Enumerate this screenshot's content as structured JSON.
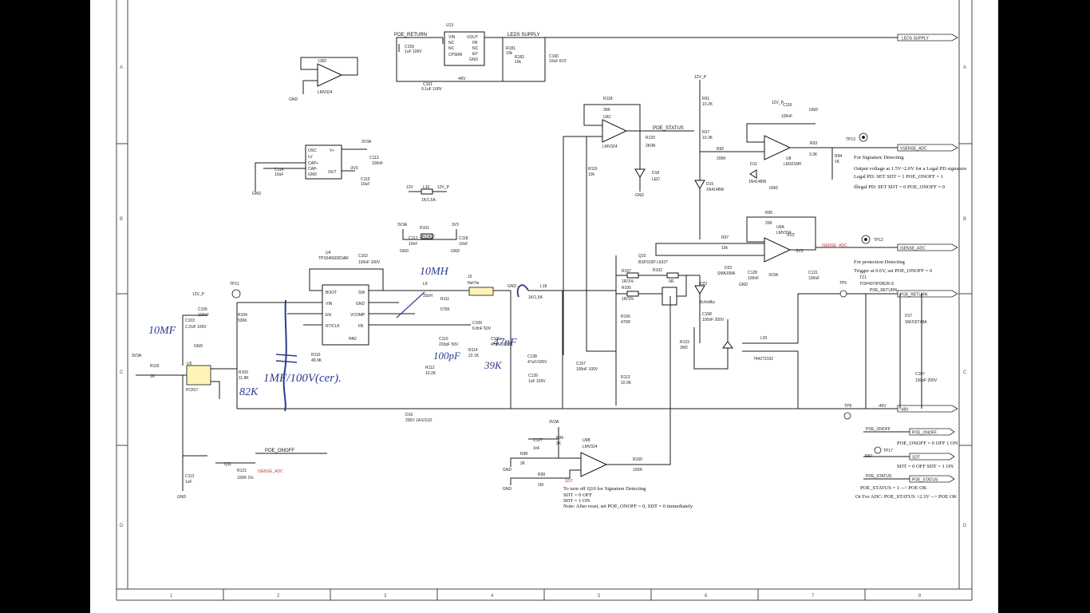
{
  "grid": {
    "columns": [
      "1",
      "2",
      "3",
      "4",
      "5",
      "6",
      "7",
      "8"
    ],
    "rows": [
      "A",
      "B",
      "C",
      "D"
    ]
  },
  "nets": {
    "poe_return": "POE_RETURN",
    "leds_supply": "LEDS SUPPLY",
    "leds_supply_port": "LEDS SUPPLY",
    "poe_status": "POE_STATUS",
    "vsense_adc": "VSENSE_ADC",
    "isense_adc": "ISENSE_ADC",
    "isense_adc_small": "ISENSE_ADC",
    "poe_return_port": "POE_RETURN",
    "minus48v": "-48V",
    "poe_onoff": "POE_ONOFF",
    "poe_onoff_port": "POE_ONOFF",
    "sdt": "SDT",
    "sdt_port": "SDT",
    "poe_status_port": "POE_STATUS",
    "v12p": "12V_P",
    "v12": "12V",
    "v3v3": "3V3",
    "v3v3a": "3V3A",
    "v3v3a_b": "3V3A",
    "v3v3a_c": "3V3A",
    "m3v3": "-3V3",
    "m46v": "-46V",
    "gnd": "GND"
  },
  "parts": {
    "u13": "U13",
    "u13_pins": [
      "VIN",
      "NC",
      "NC",
      "CPSRR",
      "VOUT",
      "FB",
      "NC",
      "EP",
      "GND"
    ],
    "u6d": "U6D",
    "u6d_part": "LMV324",
    "u6c": "U6C",
    "u6c_part": "LMV324",
    "u6a": "U6A",
    "u6a_part": "LMV324",
    "u6b": "U6B",
    "u6b_part": "LMV324",
    "u8": "U8",
    "u8_part": "LM321MF",
    "u4": "U4",
    "u4_part": "TPS54560DDAR",
    "u4_pins": [
      "BOOT",
      "VIN",
      "EN",
      "RT/CLK",
      "SW",
      "GND",
      "VCOMP",
      "FB",
      "PAD"
    ],
    "u5": "U5",
    "u5_part": "PC817",
    "q10": "Q10",
    "q10_part": "BSP315P L6327",
    "q11": "Q11",
    "osc_pins": [
      "OSC",
      "LV",
      "CAP+",
      "CAP-",
      "GND",
      "V+",
      "OUT"
    ],
    "c159": "C159",
    "c159_v": "1uF 100V",
    "c161": "C161",
    "c161_v": "0.1uF 100V",
    "r181": "R181",
    "r181_v": "10k",
    "r182": "R182",
    "r182_v": "10k",
    "c160": "C160",
    "c160_v": "10uF 6V3",
    "r118": "R118",
    "r118_v": "39K",
    "r120": "R120",
    "r120_v": "2K0R",
    "d18": "D18",
    "d18_v": "LED",
    "r119": "R119",
    "r119_v": "10k",
    "r91": "R91",
    "r91_v": "10.2K",
    "r37": "R37",
    "r37_v": "10.3K",
    "r92": "R92",
    "r92_v": "200K",
    "d11": "D11",
    "d11_v": "1N4148W",
    "d15": "D15",
    "d15_v": "1N4148W",
    "c116": "C116",
    "c116_v": "100nF",
    "r93": "R93",
    "r93_v": "3.3K",
    "r94": "R94",
    "r94_v": "1K",
    "tp13": "TP13",
    "tp12": "TP12",
    "tp11": "TP11",
    "tp5": "TP5",
    "tp8": "TP8",
    "tp17": "TP17",
    "r95": "R95",
    "r95_v": "20K",
    "r97": "R97",
    "r97_v": "10k",
    "c128": "C128",
    "c128_v": "100nF",
    "c131": "C131",
    "c131_v": "100nF",
    "d23": "D23",
    "d23_v": "SMAJ58A",
    "d22": "D22",
    "d22_v": "Schottky",
    "r102": "R102",
    "r102_v": "0R",
    "r107": "R107",
    "r107_v": "1R/1%",
    "r105": "R105",
    "r105_v": "1R/1%",
    "r106": "R106",
    "r106_v": "470R",
    "r113": "R113",
    "r113_v": "22.0K",
    "c157": "C157",
    "c157_v": "100nF 100V",
    "c139": "C139",
    "c139_v": "1uF 100V",
    "c138": "C138",
    "c138_v": "47uF/100V",
    "r123": "R123",
    "r123_v": "2M2",
    "c158": "C158",
    "c158_v": "100nF 200V",
    "l20": "L20",
    "l20_v": "744272102",
    "d17": "D17",
    "d17_v": "SMJ15T48A",
    "tz1": "TZ1",
    "tz1_v": "TISP4070H3BJR-S",
    "c107": "C107",
    "c107_v": "100nF 200V",
    "l10": "L10",
    "l10_v": "1K/1,5A",
    "r101": "R101",
    "r101_v": "2R/0402",
    "c117": "C117",
    "c117_v": "10nF",
    "c118": "C118",
    "c118_v": "10nF",
    "c113": "C113",
    "c113_v": "100nF",
    "c114": "C114",
    "c114_v": "10uF",
    "c115": "C115",
    "c115_v": "10uF",
    "u4_cap": "C102",
    "c102_v": "100nF 100V",
    "l9": "L9",
    "l9_v": "33uH",
    "r111": "R111",
    "r111_v": "576K",
    "j3": "J3",
    "j3_v": "NetTie",
    "l18": "L18",
    "l18_v": "1K/1,5A",
    "c109": "C109",
    "c109_v": "6.8nF 50V",
    "c110": "C110",
    "c110_v": "220pF 50V",
    "r114": "R114",
    "r114_v": "22.1K",
    "c106": "C106",
    "c106_v": "47uF/100V",
    "r112": "R112",
    "r112_v": "10.2K",
    "d16": "D16",
    "d16_v": "200V 1A ES1D",
    "r104": "R104",
    "r104_v": "536K",
    "r115": "R115",
    "r115_v": "49.9K",
    "r109": "R109",
    "r109_v": "11.8K",
    "c105": "C105",
    "c105_v": "100nF",
    "c103": "C103",
    "c103_v": "2.2UF 100V",
    "r116": "R116",
    "r116_v": "1K",
    "c112": "C112",
    "c112_v": "1uF",
    "r121": "R121",
    "r121_v": "100R 1%",
    "c127": "C127",
    "c127_v": "1nF",
    "r96": "R96",
    "r96_v": "2K",
    "r98": "R98",
    "r98_v": "2K",
    "r99": "R99",
    "r99_v": "1M",
    "r100": "R100",
    "r100_v": "100R",
    "r97b": "R97"
  },
  "notes": {
    "sig_title": "For Signature Detecting",
    "sig_line1": "Output voltage at 1.5V~2.0V for a Legal PD signature",
    "sig_line2": "Legal PD: SET SDT = 1 POE_ONOFF = 1",
    "sig_line3": "Illegal PD: SET SDT = 0 POE_ONOFF = 0",
    "prot_title": "For protection Detecting",
    "prot_line1": "Trigger at 0.6V, set POE_ONOFF = 0",
    "q10_title": "To turn off Q10 for Signature Detecting",
    "q10_line1": "SDT = 0 OFF",
    "q10_line2": "SDT = 1 ON",
    "q10_line3": "Note: After reset, set POE_ONOFF = 0, SDT = 0 immediately",
    "onoff_line": "POE_ONOFF = 0 OFF  1 ON",
    "sdt_line": "SDT = 0 OFF     SDT = 1 ON",
    "status_line1": "POE_STATUS = 1  --> POE OK",
    "status_line2": "Or For ADC: POE_STATUS >2.3V --> POE OK"
  },
  "handwriting": {
    "h1": "10MF",
    "h2": "10MH",
    "h3": "47nF",
    "h4": "100pF",
    "h5": "39K",
    "h6": "82K",
    "h7": "1MF/100V(cer)."
  },
  "colors": {
    "ink": "#1a1a1a",
    "annotation_blue": "#2b3a8f",
    "net_red": "#cc3333",
    "highlight_yellow": "#fff4b8",
    "border_black": "#000000"
  }
}
